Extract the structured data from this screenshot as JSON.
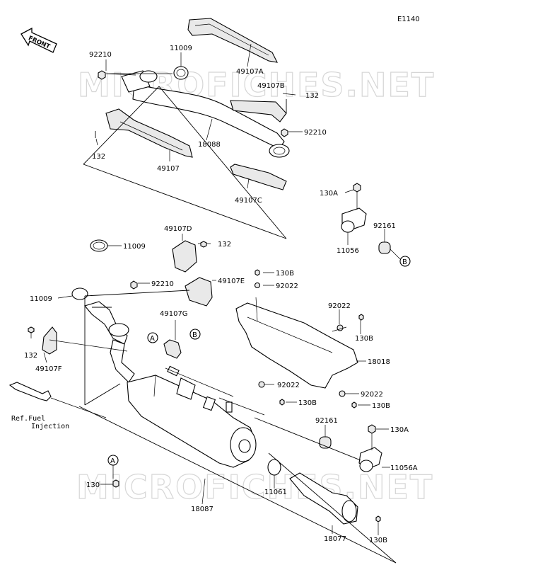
{
  "diagram_code": "E1140",
  "front_label": "FRONT",
  "watermark": "MICROFICHES.NET",
  "ref_note": "Ref.Fuel Injection",
  "part_labels": {
    "p92210_a": "92210",
    "p11009_a": "11009",
    "p49107A": "49107A",
    "p49107B": "49107B",
    "p132_a": "132",
    "p92210_b": "92210",
    "p18088": "18088",
    "p132_b": "132",
    "p49107": "49107",
    "p49107C": "49107C",
    "p130A_a": "130A",
    "p92161_a": "92161",
    "p11056": "11056",
    "p49107D": "49107D",
    "p132_c": "132",
    "p11009_b": "11009",
    "p130B_a": "130B",
    "p92210_c": "92210",
    "p49107E": "49107E",
    "p92022_a": "92022",
    "p11009_c": "11009",
    "p49107G": "49107G",
    "p92022_b": "92022",
    "p130B_b": "130B",
    "p132_d": "132",
    "p49107F": "49107F",
    "p18018": "18018",
    "p92022_c": "92022",
    "p92022_d": "92022",
    "p130B_c": "130B",
    "p130B_d": "130B",
    "p92161_b": "92161",
    "p130A_b": "130A",
    "p11056A": "11056A",
    "p130_e": "130",
    "p11061": "11061",
    "p18087": "18087",
    "p18077": "18077",
    "p130B_e": "130B"
  },
  "callouts": {
    "ref_a1": "A",
    "ref_b1": "B",
    "ref_b2": "B",
    "ref_a2": "A"
  }
}
